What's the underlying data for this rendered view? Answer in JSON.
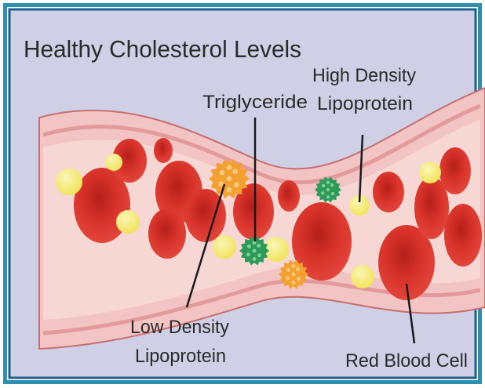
{
  "title": "Healthy Cholesterol Levels",
  "labels": {
    "triglyceride": "Triglyceride",
    "hdl_line1": "High Density",
    "hdl_line2": "Lipoprotein",
    "ldl_line1": "Low Density",
    "ldl_line2": "Lipoprotein",
    "rbc": "Red Blood Cell"
  },
  "colors": {
    "background": "#cfcfe6",
    "frame_outer": "#2f8fb0",
    "frame_inner": "#1f5f8a",
    "vessel_wall": "#f2c4c4",
    "vessel_wall_stripe": "#e89a9a",
    "vessel_lumen": "#f7d6d3",
    "red_blood_cell": "#d9322a",
    "red_blood_cell_center": "#c0221c",
    "hdl": "#f4ea6c",
    "ldl": "#f2a030",
    "triglyceride": "#2e9a5a"
  }
}
